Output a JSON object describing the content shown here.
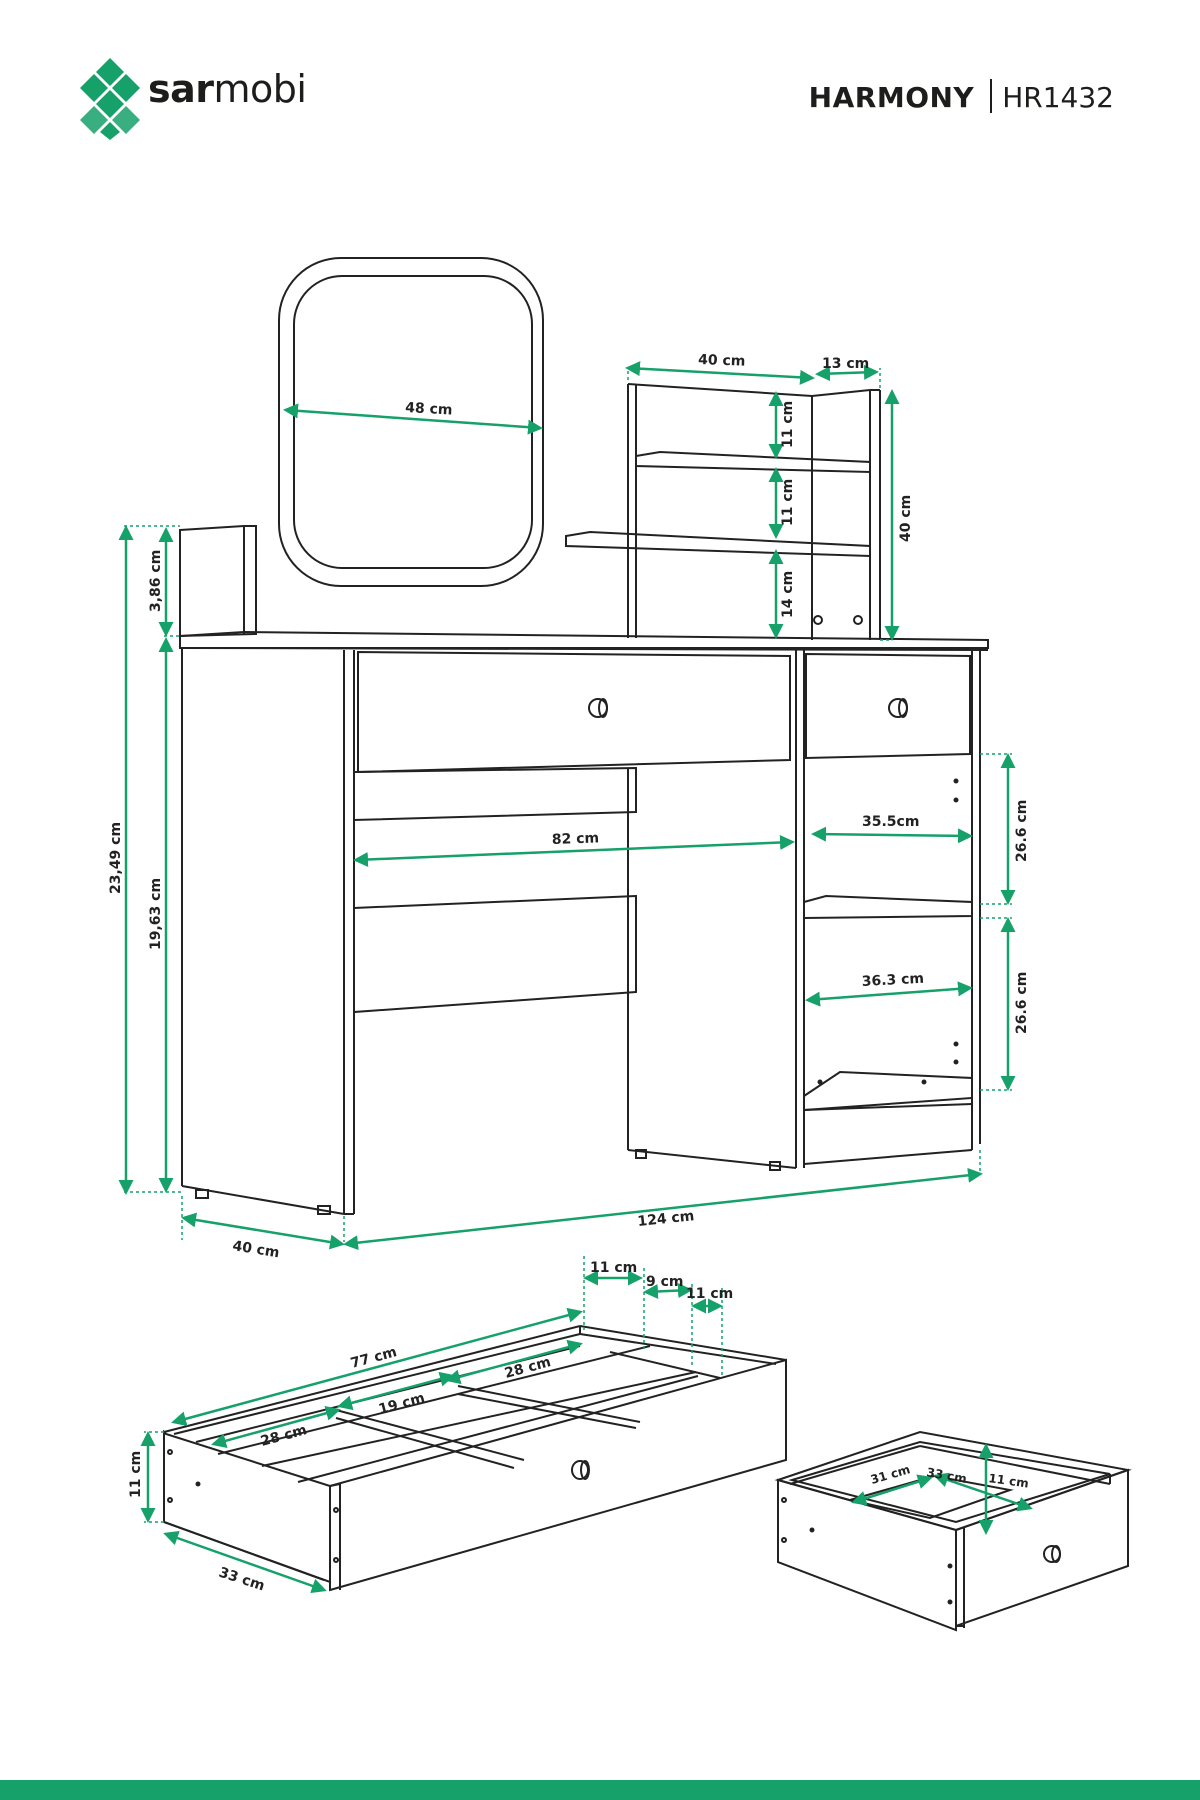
{
  "brand": {
    "name_bold": "sar",
    "name_light": "mobi",
    "logo_color": "#16a06a"
  },
  "product": {
    "name": "HARMONY",
    "code": "HR1432"
  },
  "colors": {
    "accent": "#16a06a",
    "line": "#222222"
  },
  "dimensions": {
    "mirror_width": "48 cm",
    "shelf_width": "40 cm",
    "shelf_depth": "13 cm",
    "shelf_gap_top": "11 cm",
    "shelf_gap_middle": "11 cm",
    "shelf_gap_bottom": "14 cm",
    "shelf_height": "40 cm",
    "upstand_height": "3,86 cm",
    "total_height": "23,49 cm",
    "desk_height": "19,63 cm",
    "knee_width": "82 cm",
    "upper_compartment_width": "35.5cm",
    "upper_compartment_height": "26.6 cm",
    "lower_compartment_width": "36.3 cm",
    "lower_compartment_height": "26.6 cm",
    "desk_depth": "40 cm",
    "desk_width": "124 cm",
    "large_drawer_length": "77 cm",
    "large_drawer_depth": "33 cm",
    "large_drawer_height": "11 cm",
    "large_drawer_section_front": "28 cm",
    "large_drawer_section_mid": "19 cm",
    "large_drawer_section_back": "28 cm",
    "large_drawer_divider_1": "11 cm",
    "large_drawer_divider_2": "9 cm",
    "large_drawer_divider_3": "11 cm",
    "small_drawer_width": "31 cm",
    "small_drawer_depth": "33 cm",
    "small_drawer_height": "11 cm"
  }
}
